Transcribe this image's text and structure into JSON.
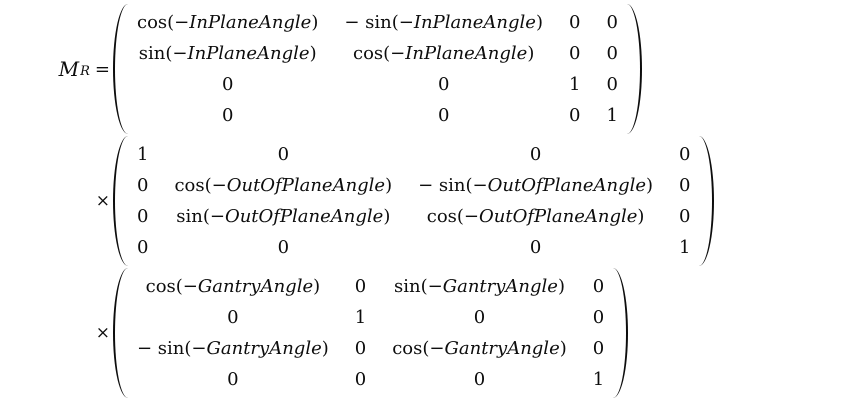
{
  "page": {
    "background": "#ffffff",
    "text_color": "#0d0d0d"
  },
  "equation": {
    "lhs": {
      "symbol": "M",
      "subscript": "R",
      "equals": "="
    },
    "times": "×",
    "matrices": [
      {
        "rows": [
          [
            "cos(−*InPlaneAngle*)",
            "− sin(−*InPlaneAngle*)",
            "0",
            "0"
          ],
          [
            "sin(−*InPlaneAngle*)",
            "cos(−*InPlaneAngle*)",
            "0",
            "0"
          ],
          [
            "0",
            "0",
            "1",
            "0"
          ],
          [
            "0",
            "0",
            "0",
            "1"
          ]
        ]
      },
      {
        "rows": [
          [
            "1",
            "0",
            "0",
            "0"
          ],
          [
            "0",
            "cos(−*OutOfPlaneAngle*)",
            "− sin(−*OutOfPlaneAngle*)",
            "0"
          ],
          [
            "0",
            "sin(−*OutOfPlaneAngle*)",
            "cos(−*OutOfPlaneAngle*)",
            "0"
          ],
          [
            "0",
            "0",
            "0",
            "1"
          ]
        ]
      },
      {
        "rows": [
          [
            "cos(−*GantryAngle*)",
            "0",
            "sin(−*GantryAngle*)",
            "0"
          ],
          [
            "0",
            "1",
            "0",
            "0"
          ],
          [
            "− sin(−*GantryAngle*)",
            "0",
            "cos(−*GantryAngle*)",
            "0"
          ],
          [
            "0",
            "0",
            "0",
            "1"
          ]
        ]
      }
    ]
  }
}
